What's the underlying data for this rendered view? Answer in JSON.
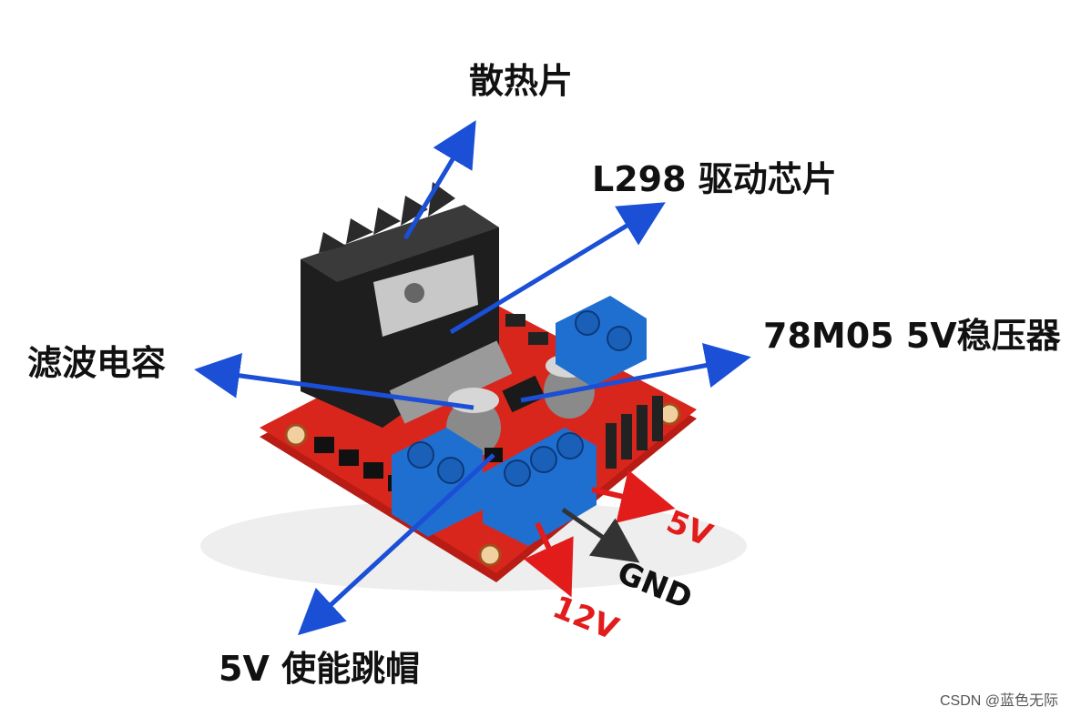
{
  "labels": {
    "heatsink": "散热片",
    "driver_chip": "L298 驱动芯片",
    "regulator": "78M05 5V稳压器",
    "filter_capacitor": "滤波电容",
    "enable_jumper": "5V 使能跳帽"
  },
  "terminals": {
    "v5": "5V",
    "gnd": "GND",
    "v12": "12V"
  },
  "watermark": "CSDN @蓝色无际",
  "colors": {
    "arrow_blue": "#1a4fd6",
    "arrow_red": "#e21b1b",
    "arrow_dark": "#333333",
    "board_red": "#d9261c",
    "terminal_blue": "#1f6fd1",
    "heatsink_black": "#1e1e1e"
  }
}
